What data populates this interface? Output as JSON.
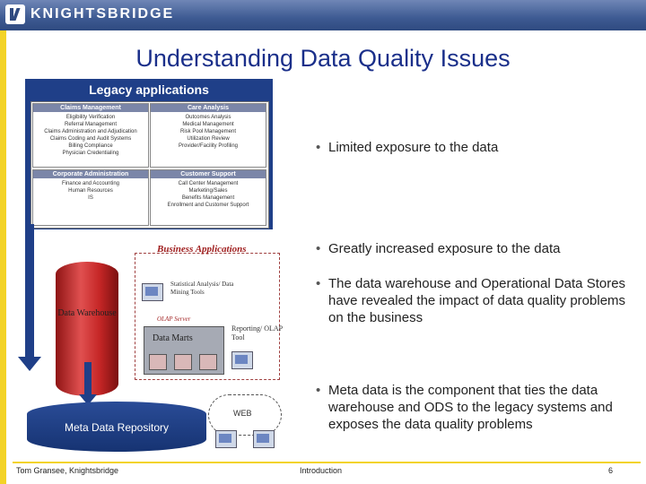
{
  "brand": {
    "name": "KNIGHTSBRIDGE"
  },
  "title": "Understanding Data Quality Issues",
  "diagram": {
    "legacy_title": "Legacy applications",
    "cells": [
      {
        "header": "Claims Management",
        "items": [
          "Eligibility Verification",
          "Referral Management",
          "Claims Administration and Adjudication",
          "Claims Coding and Audit Systems",
          "Billing Compliance",
          "Physician Credentialing"
        ]
      },
      {
        "header": "Care Analysis",
        "items": [
          "Outcomes Analysis",
          "Medical Management",
          "Risk Pool Management",
          "Utilization Review",
          "Provider/Facility Profiling"
        ]
      },
      {
        "header": "Corporate Administration",
        "items": [
          "Finance and Accounting",
          "Human Resources",
          "IS"
        ]
      },
      {
        "header": "Customer Support",
        "items": [
          "Call Center Management",
          "Marketing/Sales",
          "Benefits Management",
          "Enrollment and Customer Support"
        ]
      }
    ],
    "business_applications": "Business Applications",
    "statistical_analysis": "Statistical Analysis/ Data Mining Tools",
    "data_warehouse": "Data Warehouse",
    "olap_server": "OLAP Server",
    "data_marts": "Data Marts",
    "reporting": "Reporting/ OLAP Tool",
    "meta_repository": "Meta Data Repository",
    "web": "WEB"
  },
  "bullets": [
    "Limited exposure to the data",
    "Greatly increased exposure to the data",
    "The data warehouse and Operational Data Stores have revealed the impact of data quality problems on the business",
    "Meta data is the component that ties the data warehouse and ODS to the legacy systems and exposes the data quality problems"
  ],
  "footer": {
    "author": "Tom Gransee, Knightsbridge",
    "section": "Introduction",
    "page": "6"
  }
}
